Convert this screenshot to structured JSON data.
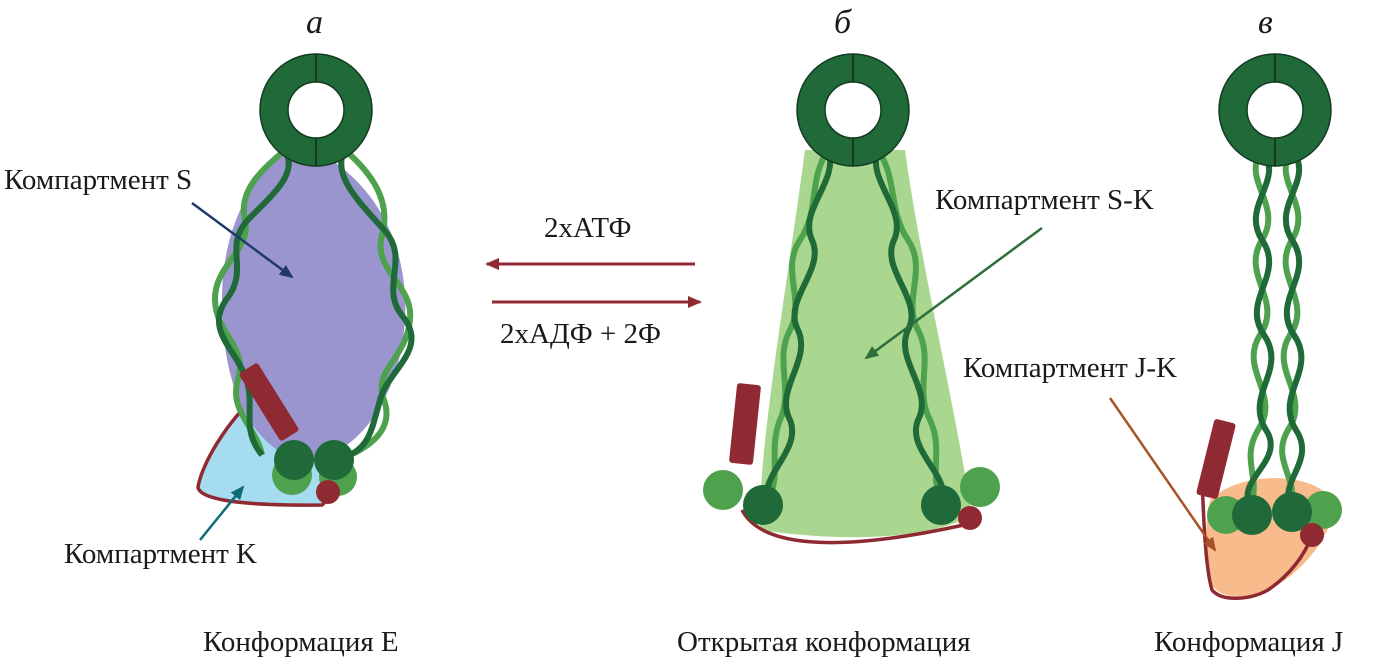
{
  "panels": {
    "a": {
      "letter": "а",
      "caption": "Конформация E",
      "compartment_s": "Компартмент S",
      "compartment_k": "Компартмент K"
    },
    "b": {
      "letter": "б",
      "caption": "Открытая конформация",
      "compartment_sk": "Компартмент S-K"
    },
    "c": {
      "letter": "в",
      "caption": "Конформация J",
      "compartment_jk": "Компартмент J-K"
    }
  },
  "reaction": {
    "forward": "2хАТФ",
    "reverse": "2хАДФ + 2Ф"
  },
  "colors": {
    "ring": "#1f6a38",
    "coil_dark": "#1f6a38",
    "coil_light": "#4ea24e",
    "compartment_s": "#9b95cf",
    "compartment_k": "#a6dcef",
    "compartment_sk": "#a9d78f",
    "compartment_jk": "#f8bb8c",
    "kleisin": "#8f2a32",
    "arrow": "#8f2a32"
  }
}
